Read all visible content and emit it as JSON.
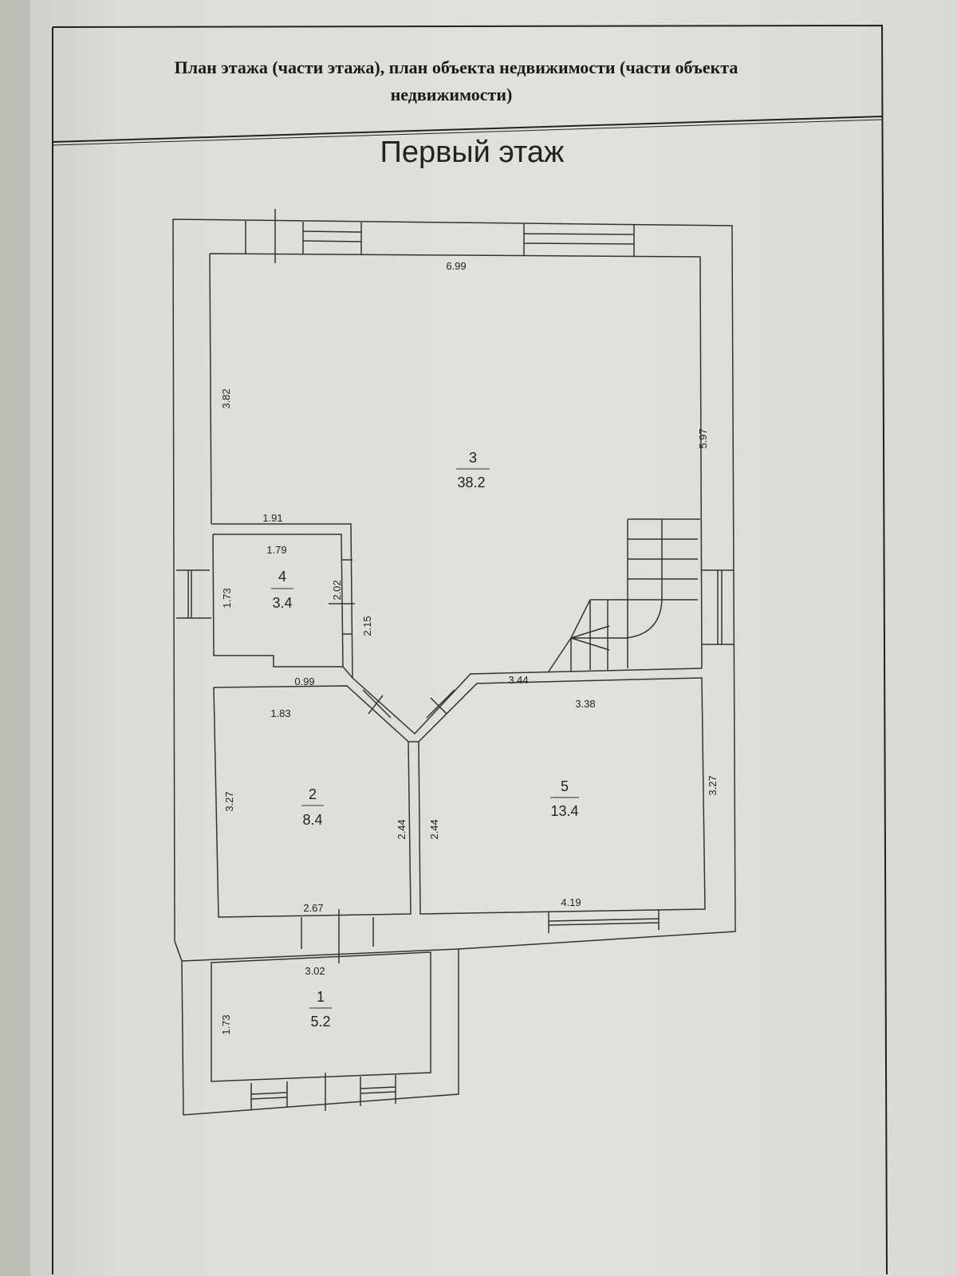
{
  "header": {
    "line1": "План этажа (части этажа), план объекта недвижимости (части объекта",
    "line2": "недвижимости)"
  },
  "floor_title": "Первый этаж",
  "rooms": [
    {
      "number": "1",
      "area": "5.2"
    },
    {
      "number": "2",
      "area": "8.4"
    },
    {
      "number": "3",
      "area": "38.2"
    },
    {
      "number": "4",
      "area": "3.4"
    },
    {
      "number": "5",
      "area": "13.4"
    }
  ],
  "dimensions": {
    "r3_top": "6.99",
    "r3_left": "3.82",
    "r3_right": "5.97",
    "r4_top_outer": "1.91",
    "r4_top_inner": "1.79",
    "r4_left": "1.73",
    "r4_right": "2.02",
    "r4_right2": "2.15",
    "r4_bottom": "0.99",
    "r2_top": "1.83",
    "r2_left": "3.27",
    "r2_right": "2.44",
    "r2_bottom": "2.67",
    "r5_top_outer": "3.44",
    "r5_top_inner": "3.38",
    "r5_left": "2.44",
    "r5_right": "3.27",
    "r5_bottom": "4.19",
    "r1_top": "3.02",
    "r1_left": "1.73"
  }
}
